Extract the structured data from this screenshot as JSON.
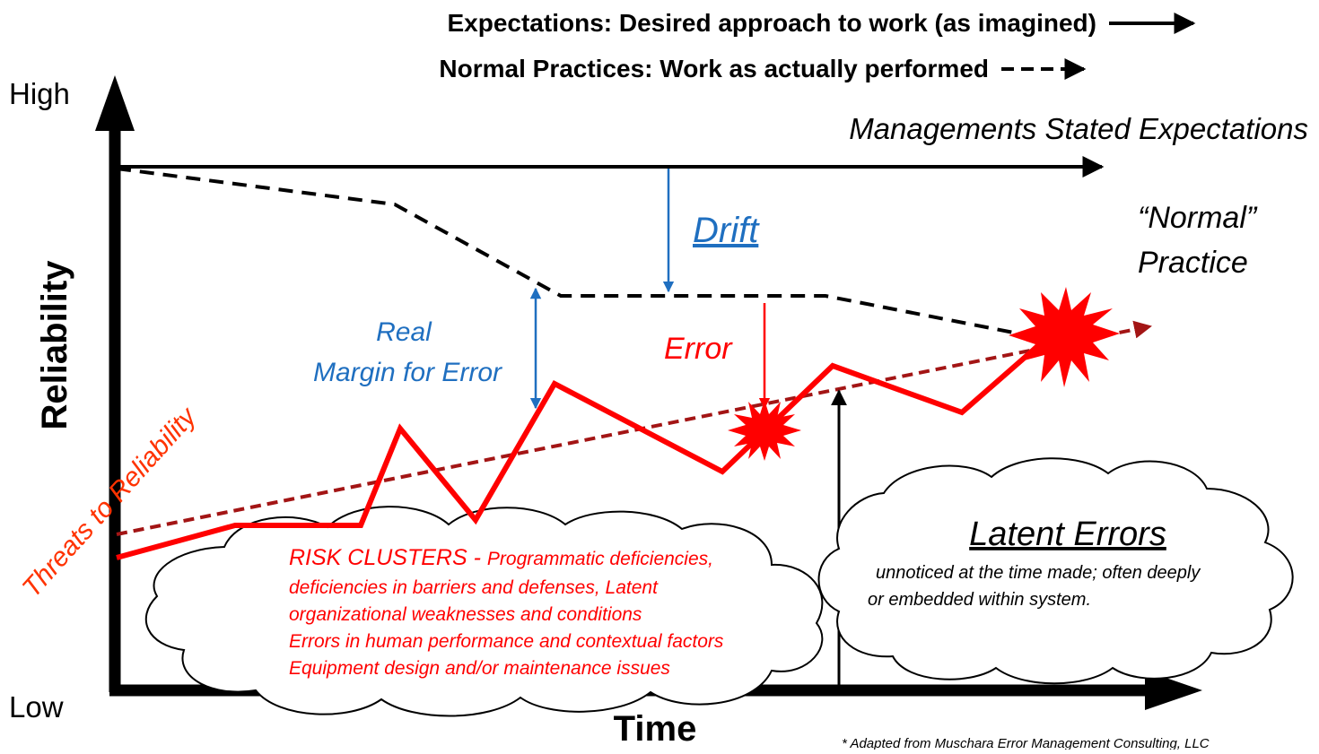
{
  "legend": {
    "expectations": "Expectations: Desired approach to work (as imagined)",
    "normal": "Normal Practices: Work as actually performed"
  },
  "axes": {
    "y_label": "Reliability",
    "y_high": "High",
    "y_low": "Low",
    "x_label": "Time"
  },
  "labels": {
    "management": "Managements Stated Expectations",
    "drift": "Drift",
    "normal_line1": "“Normal”",
    "normal_line2": "Practice",
    "margin_line1": "Real",
    "margin_line2": "Margin for Error",
    "error": "Error",
    "threats": "Threats to Reliability"
  },
  "risk_cloud": {
    "heading": "RISK CLUSTERS",
    "dash": " - ",
    "line1_tail": "Programmatic deficiencies,",
    "line2": "deficiencies in barriers and defenses, Latent",
    "line3": "organizational weaknesses and conditions",
    "line4": "Errors in human performance and contextual factors",
    "line5": "Equipment design and/or maintenance issues"
  },
  "latent_cloud": {
    "title": "Latent Errors",
    "line1": "unnoticed at the time made; often deeply",
    "line2": "or embedded within system."
  },
  "footnote": "* Adapted from Muschara Error Management Consulting, LLC",
  "colors": {
    "black": "#000000",
    "red": "#ff0000",
    "dark_red": "#a31515",
    "blue": "#1f6fc0"
  }
}
